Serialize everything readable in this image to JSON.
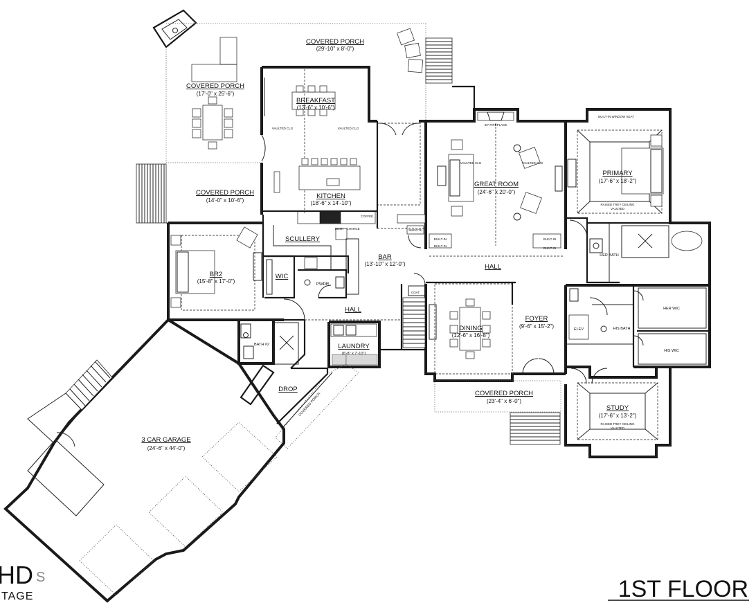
{
  "plan": {
    "floor_title": "1ST FLOOR",
    "logo": {
      "mark": "HD",
      "trail": "S",
      "sub": "TAGE"
    },
    "rooms": {
      "porch_top": {
        "name": "COVERED PORCH",
        "dim": "(29'-10\" x 8'-0\")"
      },
      "porch_left": {
        "name": "COVERED PORCH",
        "dim": "(17'-0\" x 25'-6\")"
      },
      "porch_mid": {
        "name": "COVERED PORCH",
        "dim": "(14'-0\" x 10'-6\")"
      },
      "breakfast": {
        "name": "BREAKFAST",
        "dim": "(13'-6\" x 10'-6\")"
      },
      "kitchen": {
        "name": "KITCHEN",
        "dim": "(18'-6\" x 14'-10\")"
      },
      "great_room": {
        "name": "GREAT ROOM",
        "dim": "(24'-6\" x 20'-0\")"
      },
      "primary": {
        "name": "PRIMARY",
        "dim": "(17'-6\" x 18'-2\")"
      },
      "scullery": {
        "name": "SCULLERY"
      },
      "br2": {
        "name": "BR2",
        "dim": "(15'-8\" x 17'-0\")"
      },
      "wic": {
        "name": "WIC"
      },
      "pwdr": {
        "name": "PWDR"
      },
      "bar": {
        "name": "BAR",
        "dim": "(13'-10\" x 12'-0\")"
      },
      "hall_upper": {
        "name": "HALL"
      },
      "hall_lower": {
        "name": "HALL"
      },
      "her_bath": {
        "name": "HER BATH"
      },
      "her_wic": {
        "name": "HER WIC"
      },
      "his_bath": {
        "name": "HIS BATH"
      },
      "his_wic": {
        "name": "HIS WIC"
      },
      "dining": {
        "name": "DINING",
        "dim": "(12'-6\" x 16'-8\")"
      },
      "foyer": {
        "name": "FOYER",
        "dim": "(9'-6\" x 15'-2\")"
      },
      "bath2": {
        "name": "BATH #2"
      },
      "laundry": {
        "name": "LAUNDRY",
        "dim": "(6'-8\" x 7'-10\")"
      },
      "drop": {
        "name": "DROP"
      },
      "porch_front": {
        "name": "COVERED PORCH",
        "dim": "(23'-4\" x 6'-0\")"
      },
      "study": {
        "name": "STUDY",
        "dim": "(17'-6\" x 13'-2\")"
      },
      "garage": {
        "name": "3 CAR GARAGE",
        "dim": "(24'-6\" x 44'-0\")"
      },
      "porch_diag": {
        "name": "COVERED PORCH"
      }
    },
    "fixtures": {
      "fireplace": "42\" FIREPLACE",
      "vaulted_clg": "VAULTED CLG",
      "coffee": "COFFEE",
      "desk": "DESK",
      "charge": "CHARGE",
      "built_in": "BUILT-IN",
      "smooth": "SMOOTH",
      "coat": "COAT",
      "elev": "ELEV",
      "window_seat": "BUILT-IN WINDOW SEAT",
      "raised_ceiling": "RAISED TREY CEILING",
      "vaulted": "VAULTED"
    }
  }
}
